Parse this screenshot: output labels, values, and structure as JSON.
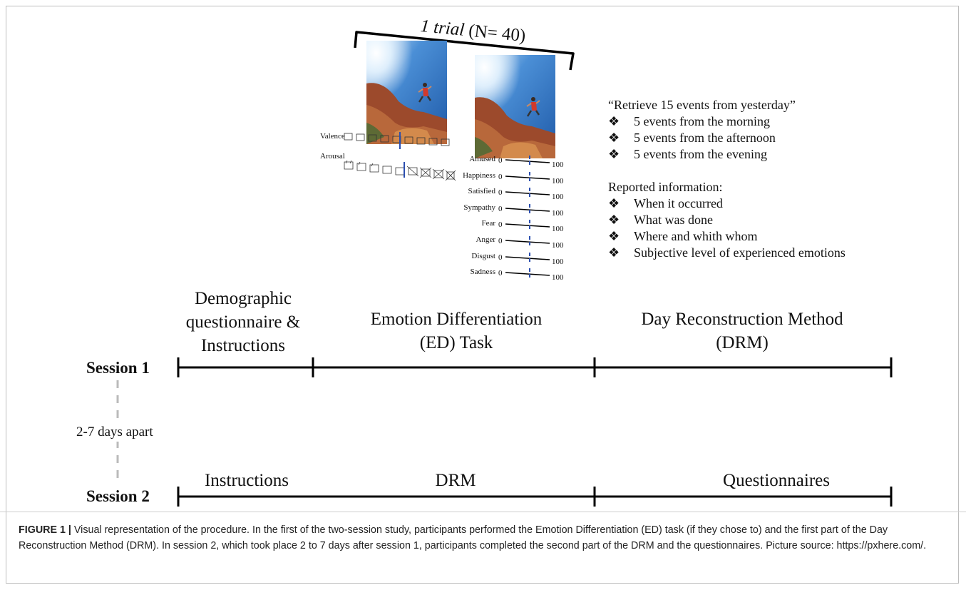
{
  "trial": {
    "label_italic": "1 trial",
    "label_rest": "(N= 40)"
  },
  "ratings": {
    "valence_label": "Valence",
    "arousal_label": "Arousal",
    "emotions": [
      "Amused",
      "Happiness",
      "Satisfied",
      "Sympathy",
      "Fear",
      "Anger",
      "Disgust",
      "Sadness"
    ],
    "scale_min": "0",
    "scale_max": "100"
  },
  "drm_info": {
    "instruction": "“Retrieve 15 events from yesterday”",
    "bullet_symbol": "❖",
    "events": [
      "5 events from the morning",
      "5 events from the afternoon",
      "5 events from the evening"
    ],
    "reported_heading": "Reported information:",
    "reported_items": [
      "When it occurred",
      "What was done",
      "Where and whith whom",
      "Subjective level of experienced emotions"
    ]
  },
  "session1": {
    "label": "Session 1",
    "phases": [
      "Demographic questionnaire & Instructions",
      "Emotion Differentiation (ED) Task",
      "Day Reconstruction Method (DRM)"
    ]
  },
  "gap_label": "2-7 days apart",
  "session2": {
    "label": "Session 2",
    "phases": [
      "Instructions",
      "DRM",
      "Questionnaires"
    ]
  },
  "caption": {
    "prefix": "FIGURE 1 |",
    "text": " Visual representation of the procedure. In the first of the two-session study, participants performed the Emotion Differentiation (ED) task (if they chose to) and the first part of the Day Reconstruction Method (DRM). In session 2, which took place 2 to 7 days after session 1, participants completed the second part of the DRM and the questionnaires. Picture source: https://pxhere.com/."
  }
}
